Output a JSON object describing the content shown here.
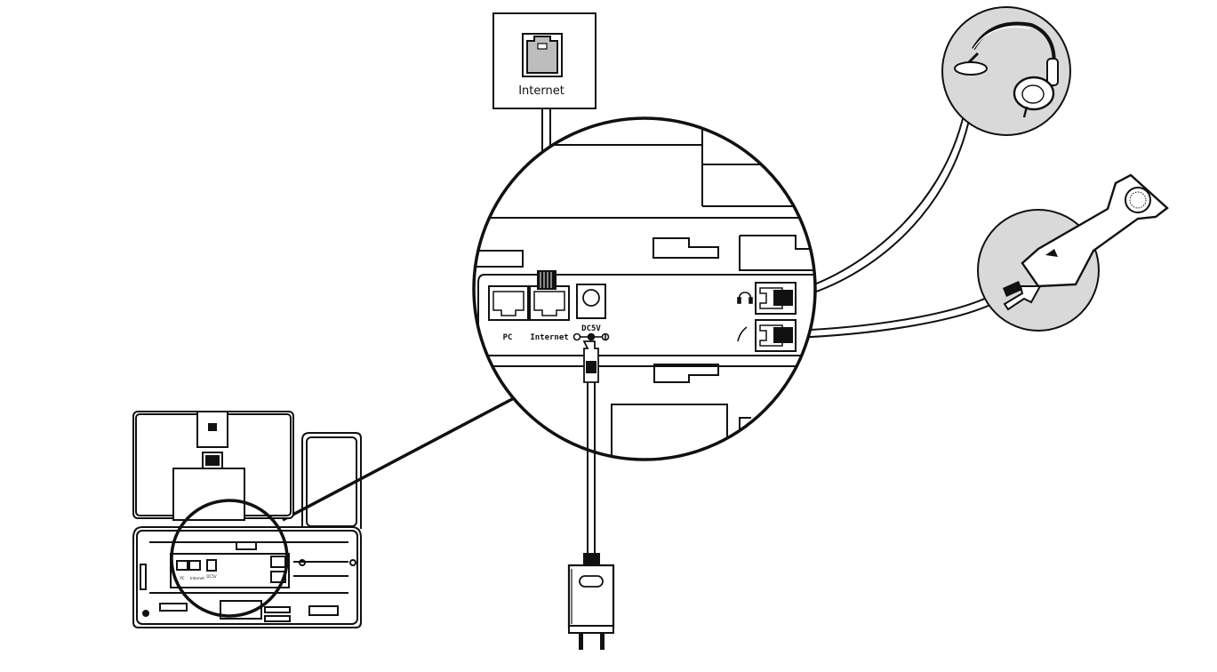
{
  "labels": {
    "wall_outlet": "Internet",
    "port_pc": "PC",
    "port_internet": "Internet",
    "port_power": "DC5V"
  },
  "colors": {
    "line": "#111111",
    "accessory_fill": "#d9d9d9",
    "background": "#ffffff"
  },
  "icons": {
    "wall_jack": "ethernet-jack-icon",
    "headset_port": "headset-icon",
    "handset_port": "handset-icon",
    "power_polarity": "dc-polarity-icon",
    "lock": "lock-icon",
    "usb": "usb-icon"
  }
}
